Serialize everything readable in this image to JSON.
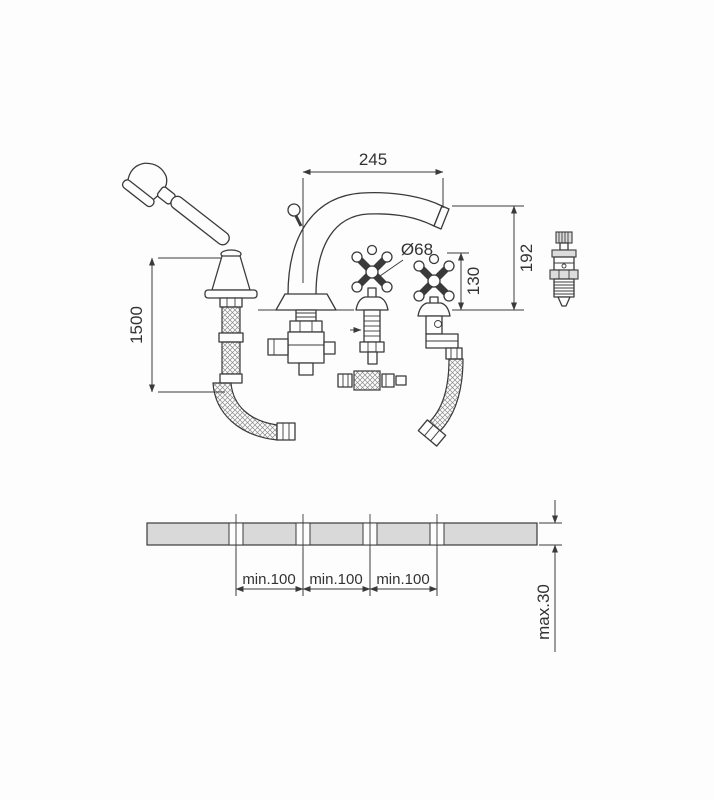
{
  "drawing": {
    "colors": {
      "line": "#3a3a3a",
      "deck_fill": "#d9d9d9"
    },
    "dims": {
      "spout_reach": "245",
      "rosette_diameter": "Ø68",
      "handle_height": "130",
      "spout_height": "192",
      "shower_hose_length": "1500",
      "hole_spacing_a": "min.100",
      "hole_spacing_b": "min.100",
      "hole_spacing_c": "min.100",
      "deck_thickness": "max.30"
    }
  }
}
